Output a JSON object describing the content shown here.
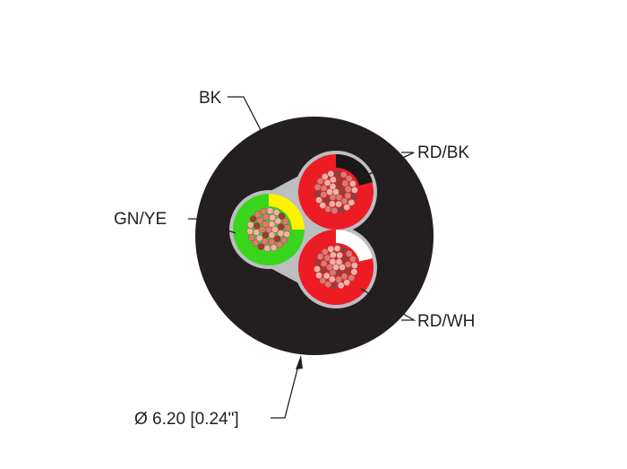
{
  "labels": {
    "jacket": "BK",
    "conductor_top": "RD/BK",
    "conductor_left": "GN/YE",
    "conductor_bottom": "RD/WH",
    "diameter": "Ø 6.20 [0.24\"]"
  },
  "colors": {
    "jacket": "#231f20",
    "filler": "#bcbec0",
    "red": "#ed1c24",
    "green": "#39d51c",
    "yellow": "#fff200",
    "white": "#ffffff",
    "black_stripe": "#1a1718",
    "leader": "#231f20",
    "strand_light": "#f2b2a8",
    "strand_mid": "#d97b72",
    "strand_dark": "#9a3b3a"
  }
}
